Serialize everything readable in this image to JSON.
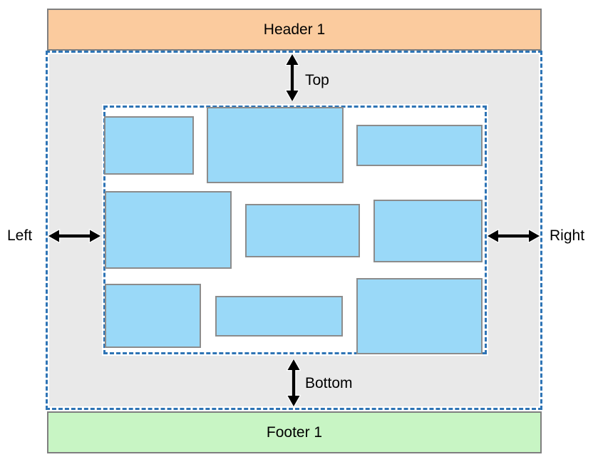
{
  "diagram": {
    "header": {
      "label": "Header 1"
    },
    "footer": {
      "label": "Footer 1"
    },
    "margins": {
      "top_label": "Top",
      "bottom_label": "Bottom",
      "left_label": "Left",
      "right_label": "Right"
    },
    "content_block_count": 9
  },
  "colors": {
    "header_fill": "#FBCB9E",
    "footer_fill": "#C8F5C4",
    "margin_fill": "#E9E9E9",
    "dashed_border": "#2E74B5",
    "block_fill": "#9AD9F8",
    "block_border": "#8C8C8C",
    "band_border": "#7F7F7F",
    "label_color": "#000000"
  }
}
